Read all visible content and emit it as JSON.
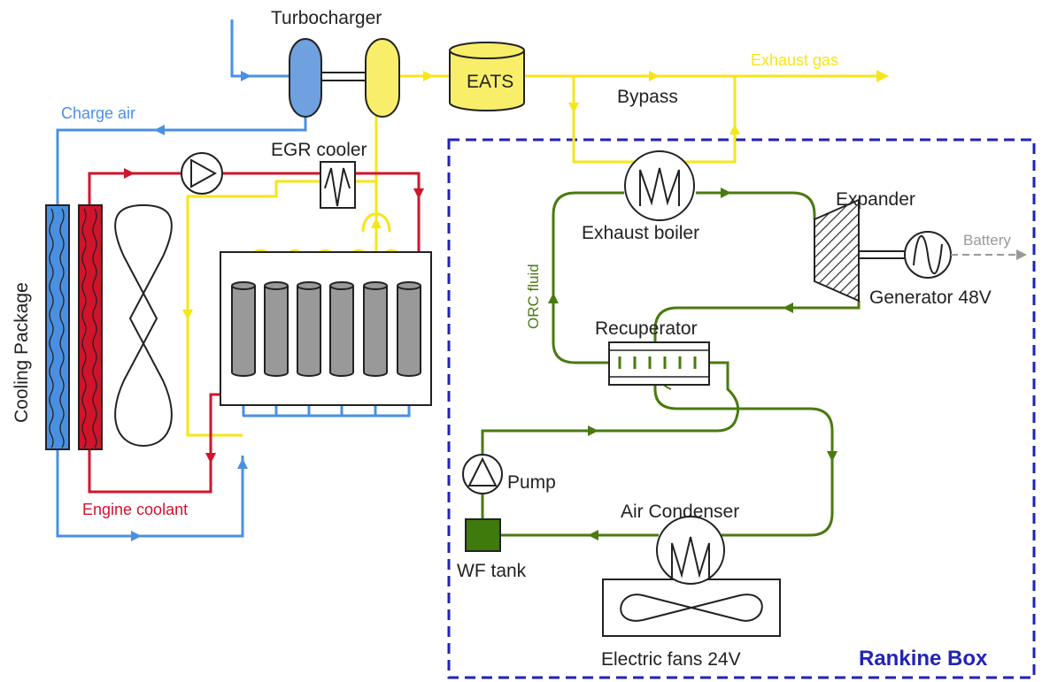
{
  "labels": {
    "turbocharger": "Turbocharger",
    "eats": "EATS",
    "exhaust_gas": "Exhaust gas",
    "bypass": "Bypass",
    "charge_air": "Charge air",
    "egr_cooler": "EGR cooler",
    "expander": "Expander",
    "exhaust_boiler": "Exhaust boiler",
    "battery": "Battery",
    "generator": "Generator 48V",
    "orc_fluid": "ORC fluid",
    "recuperator": "Recuperator",
    "cooling_package": "Cooling Package",
    "pump": "Pump",
    "air_condenser": "Air Condenser",
    "engine_coolant": "Engine coolant",
    "wf_tank": "WF tank",
    "electric_fans": "Electric fans 24V",
    "rankine_box": "Rankine Box"
  },
  "colors": {
    "exhaust": "#f5e61a",
    "charge_air": "#4a90e2",
    "coolant": "#d0142c",
    "orc": "#4a7a10",
    "rankine_border": "#2222bb",
    "battery_link": "#999999",
    "cylinder": "#999999"
  }
}
